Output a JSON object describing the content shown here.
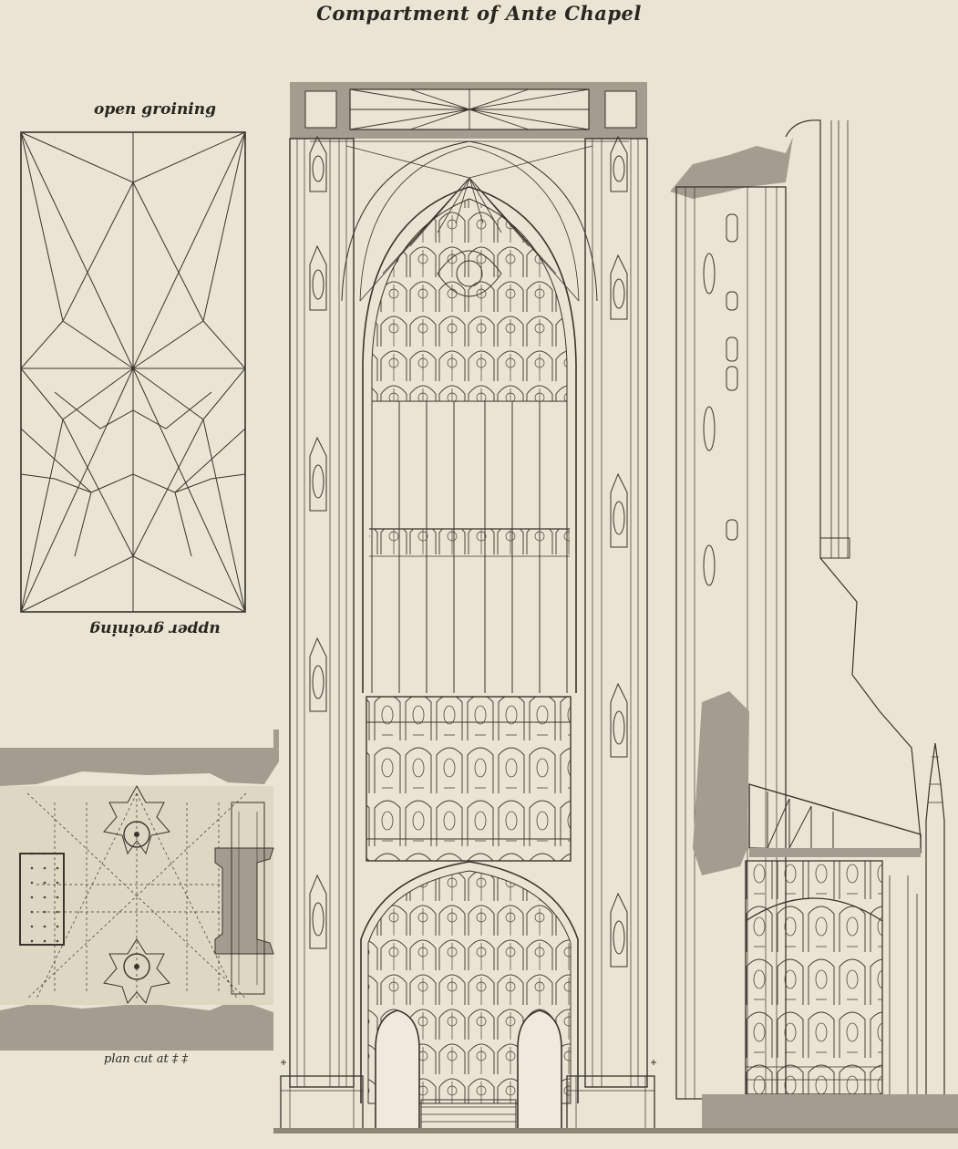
{
  "drawing": {
    "title": "Compartment of Ante Chapel",
    "open_groining_label": "open groining",
    "upper_groining_label": "upper groining",
    "plan_label": "plan cut at ‡ ‡"
  },
  "colors": {
    "paper": "#e9e4d3",
    "ink": "#3a342c",
    "wash": "#a39d8f",
    "wash_dark": "#8d877a"
  }
}
